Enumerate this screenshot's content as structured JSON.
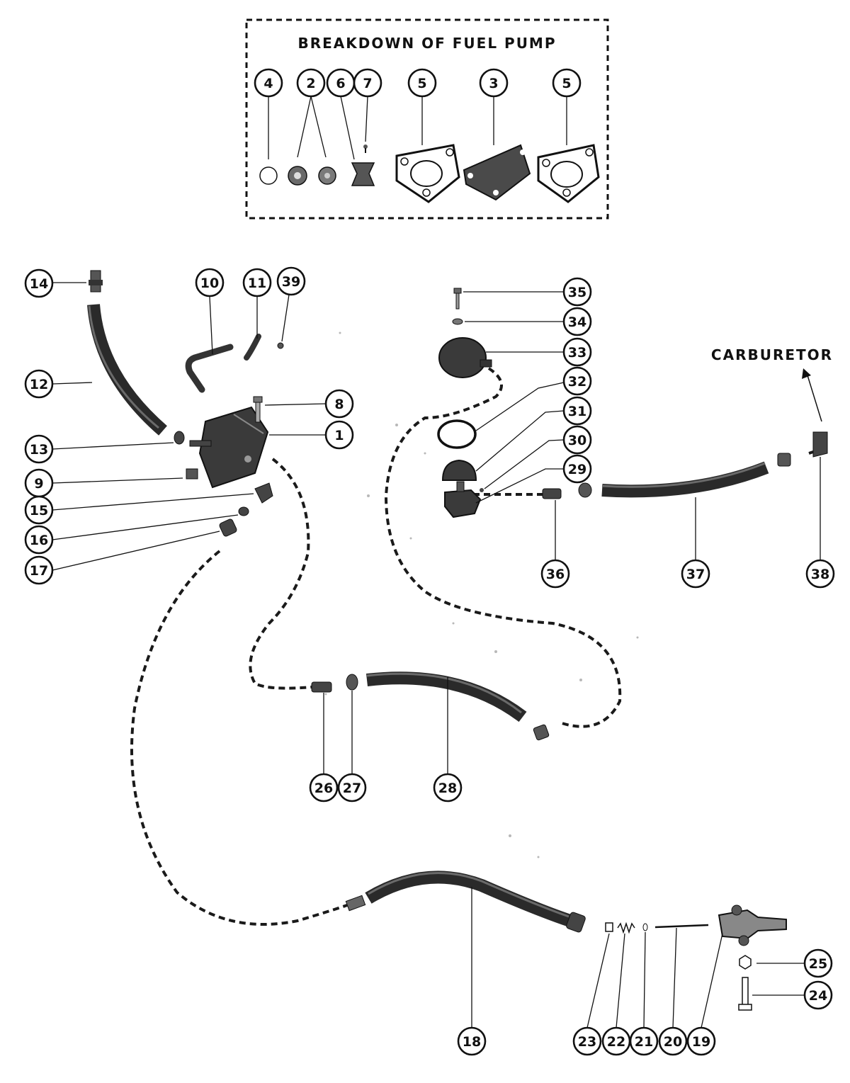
{
  "title": "BREAKDOWN OF FUEL PUMP",
  "carburetor_label": "CARBURETOR",
  "callouts": {
    "c1": "1",
    "c2": "2",
    "c3": "3",
    "c4": "4",
    "c5a": "5",
    "c5b": "5",
    "c6": "6",
    "c7": "7",
    "c8": "8",
    "c9": "9",
    "c10": "10",
    "c11": "11",
    "c12": "12",
    "c13": "13",
    "c14": "14",
    "c15": "15",
    "c16": "16",
    "c17": "17",
    "c18": "18",
    "c19": "19",
    "c20": "20",
    "c21": "21",
    "c22": "22",
    "c23": "23",
    "c24": "24",
    "c25": "25",
    "c26": "26",
    "c27": "27",
    "c28": "28",
    "c29": "29",
    "c30": "30",
    "c31": "31",
    "c32": "32",
    "c33": "33",
    "c34": "34",
    "c35": "35",
    "c36": "36",
    "c37": "37",
    "c38": "38",
    "c39": "39"
  }
}
